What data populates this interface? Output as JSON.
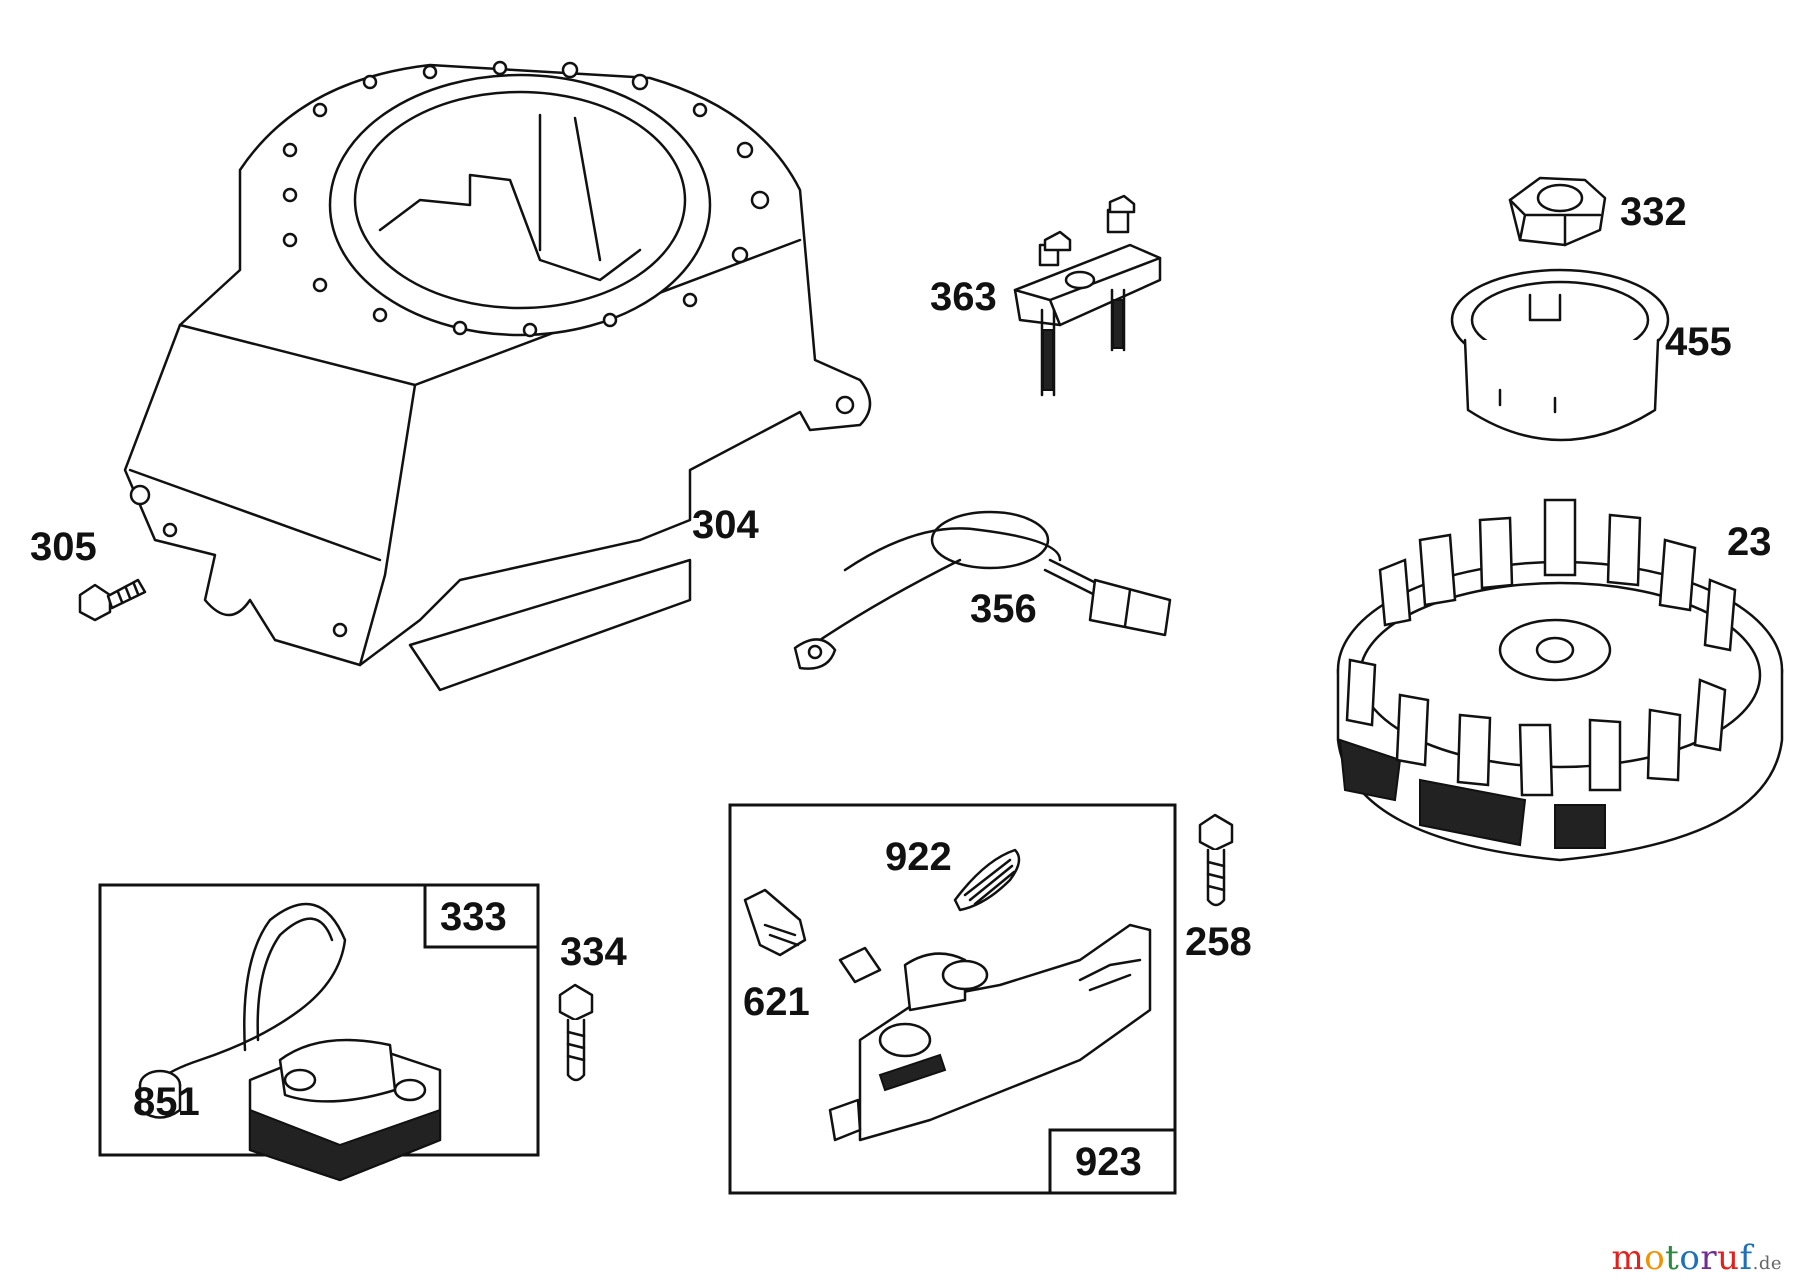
{
  "parts": {
    "p304": "304",
    "p305": "305",
    "p363": "363",
    "p332": "332",
    "p455": "455",
    "p356": "356",
    "p23": "23",
    "p333": "333",
    "p334": "334",
    "p851": "851",
    "p922": "922",
    "p621": "621",
    "p258": "258",
    "p923": "923"
  },
  "watermark": {
    "text": "motoruf",
    "domain": ".de",
    "colors": [
      "#e2211c",
      "#f39200",
      "#2a8a3e",
      "#1d71b8",
      "#6f2c91",
      "#e2211c",
      "#1d71b8"
    ]
  }
}
